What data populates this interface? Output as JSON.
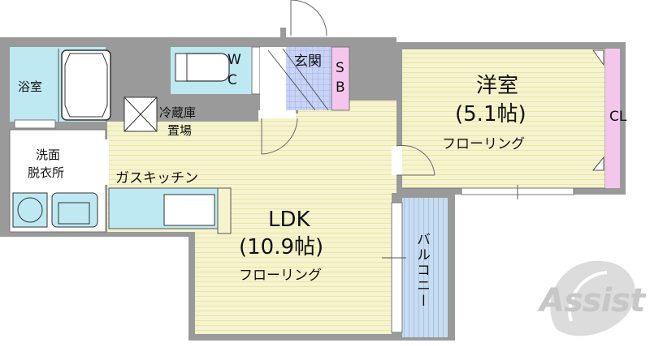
{
  "rooms": {
    "western_room": {
      "name": "洋室",
      "size": "(5.1帖)",
      "floor": "フローリング"
    },
    "ldk": {
      "name": "LDK",
      "size": "(10.9帖)",
      "floor": "フローリング"
    },
    "bath": "浴室",
    "washroom": [
      "洗面",
      "脱衣所"
    ],
    "wc": [
      "W",
      "C"
    ],
    "entrance": "玄関",
    "shoebox": [
      "S",
      "B"
    ],
    "closet": "CL",
    "fridge": [
      "冷蔵庫",
      "置場"
    ],
    "kitchen": "ガスキッチン",
    "balcony": "バルコニー"
  },
  "logo": {
    "text": "Assist"
  },
  "colors": {
    "wall": "#9a9a9a",
    "flooring": "#f6f4cf",
    "wet_area": "#bfe9f2",
    "closet": "#f4c6ee",
    "balcony": "#c7dcf0",
    "entrance_tile": "#c9d3f5"
  }
}
